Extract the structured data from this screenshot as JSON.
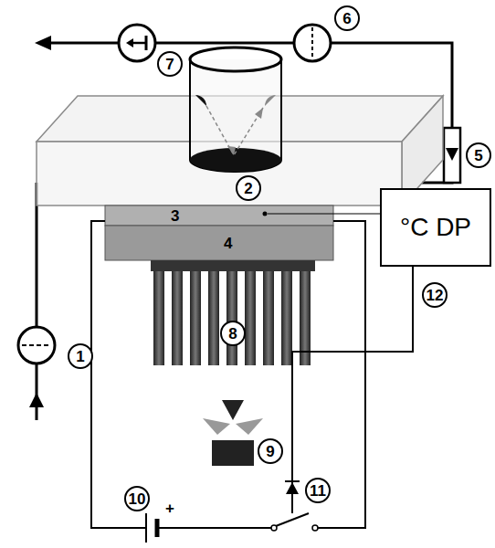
{
  "diagram": {
    "nodes": [
      {
        "text": [
          "°C DP"
        ]
      }
    ],
    "labels": [
      "7",
      "6",
      "5",
      "2",
      "3",
      "4",
      "12",
      "1",
      "8",
      "9",
      "10",
      "+",
      "11"
    ]
  }
}
